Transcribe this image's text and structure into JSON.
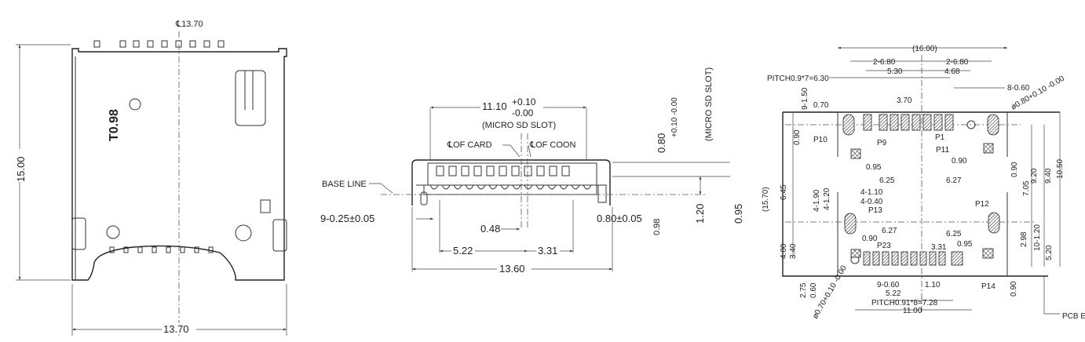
{
  "top_view": {
    "centerline_label": "℄13.70",
    "height_dim": "15.00",
    "width_dim": "13.70",
    "marking": "T0.98"
  },
  "side_view": {
    "slot_width": "11.10",
    "slot_width_tol_plus": "+0.10",
    "slot_width_tol_minus": "-0.00",
    "slot_label": "(MICRO SD SLOT)",
    "center_card": "℄OF CARD",
    "center_conn": "℄OF COON",
    "base_line": "BASE LINE",
    "pin_width": "9-0.25±0.05",
    "offset": "0.48",
    "pad_width": "0.80±0.05",
    "height_098": "0.98",
    "dim_522": "5.22",
    "dim_331": "3.31",
    "overall_width": "13.60",
    "slot_height": "0.80",
    "slot_height_tol": "+0.10 -0.00",
    "slot_height_label": "(MICRO SD SLOT)",
    "height_120": "1.20",
    "height_095": "0.95"
  },
  "footprint": {
    "overall": "(16.00)",
    "d_680_l": "2-6.80",
    "d_680_r": "2-6.80",
    "d_530": "5.30",
    "d_468": "4.68",
    "pitch_top": "PITCH0.9*7=6.30",
    "d_9_150": "9-1.50",
    "d_8_060": "8-0.60",
    "hole_top": "ø0.80+0.10 -0.00",
    "d_070": "0.70",
    "d_370": "3.70",
    "p10": "P10",
    "p9": "P9",
    "p1": "P1",
    "p11": "P11",
    "d_090_a": "0.90",
    "d_095_a": "0.95",
    "d_625_a": "6.25",
    "d_627_a": "6.27",
    "d_090_b": "0.90",
    "d_090_c": "0.90",
    "d_705": "7.05",
    "d_920": "9.20",
    "d_940": "9.40",
    "d_1050": "10.50",
    "d_1570": "(15.70)",
    "d_645": "6.45",
    "d_4_110": "4-1.10",
    "d_4_040": "4-0.40",
    "p13": "P13",
    "d_4_190": "4-1.90",
    "d_4_120": "4-1.20",
    "d_627_b": "6.27",
    "d_625_b": "6.25",
    "p12": "P12",
    "d_090_d": "0.90",
    "p23": "P23",
    "d_331": "3.31",
    "d_095_b": "0.95",
    "d_298": "2.98",
    "d_10_120": "10-1.20",
    "d_520": "5.20",
    "d_400": "4.00",
    "d_340": "3.40",
    "d_275": "2.75",
    "d_060": "0.60",
    "hole_bottom": "ø0.70+0.10 -0.00",
    "d_9_060": "9-0.60",
    "d_110": "1.10",
    "p14": "P14",
    "d_522": "5.22",
    "pitch_bottom": "PITCH0.91*8=7.28",
    "d_1100": "11.00",
    "d_090_e": "0.90",
    "pcb_edge": "PCB EDGE"
  }
}
